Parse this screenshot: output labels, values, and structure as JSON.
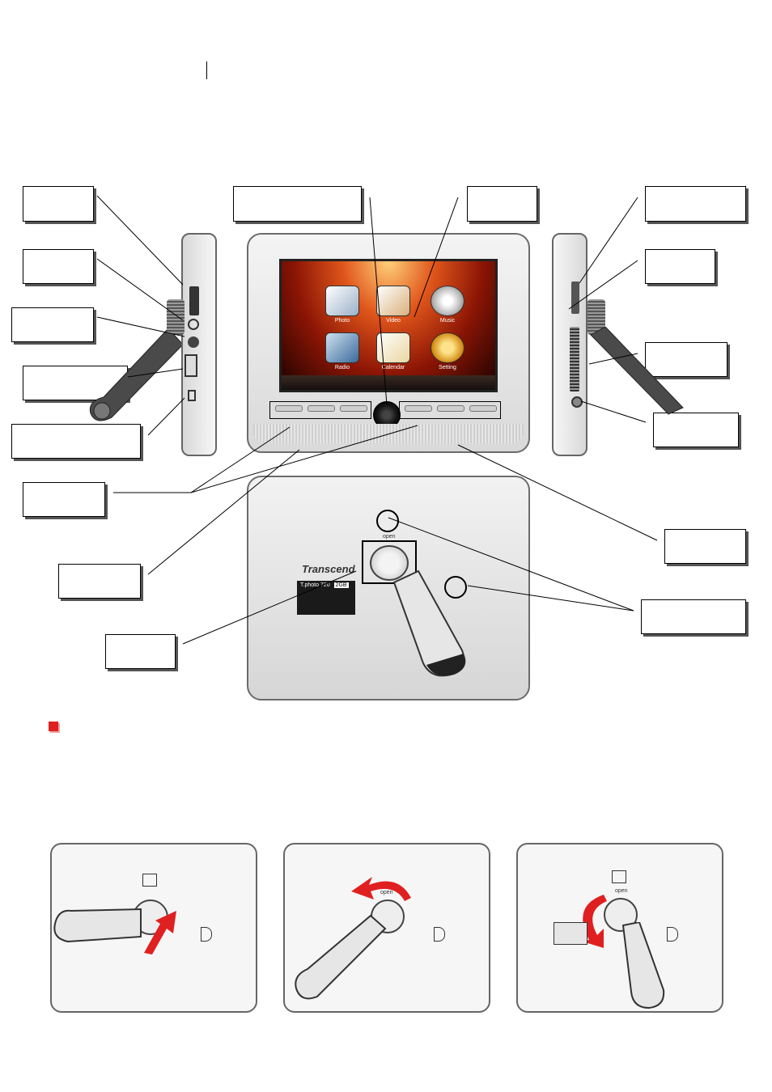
{
  "colors": {
    "accent_red": "#e02020",
    "outline": "#000000",
    "device_gray": "#d9d9d9"
  },
  "front_screen": {
    "apps": [
      {
        "label": "Photo",
        "icon": "photo-icon"
      },
      {
        "label": "Video",
        "icon": "video-icon"
      },
      {
        "label": "Music",
        "icon": "music-icon"
      },
      {
        "label": "Radio",
        "icon": "radio-icon"
      },
      {
        "label": "Calendar",
        "icon": "calendar-icon"
      },
      {
        "label": "Setting",
        "icon": "setting-icon"
      }
    ]
  },
  "back": {
    "brand": "Transcend",
    "label_model": "T.photo 720",
    "label_capacity": "2GB",
    "open_label": "open"
  },
  "bottom_sequence": {
    "open_label": "open"
  },
  "bullet": {
    "color": "#e02020"
  }
}
